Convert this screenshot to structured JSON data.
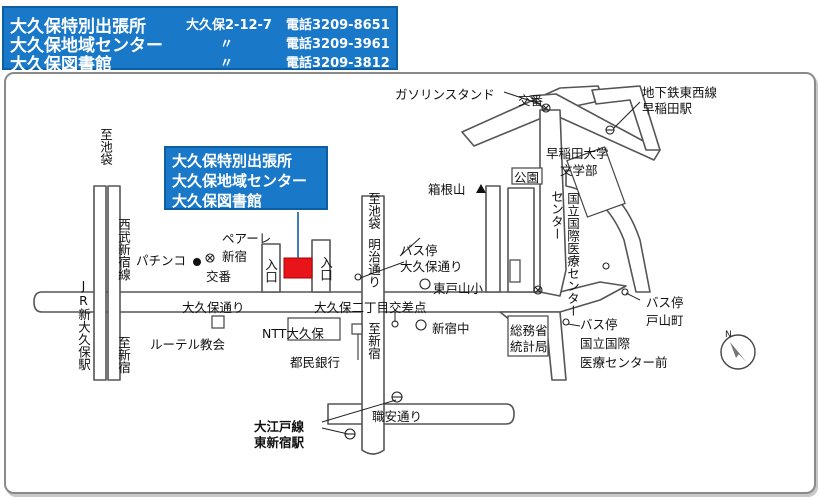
{
  "header": {
    "rows": [
      {
        "name": "大久保特別出張所",
        "address": "大久保2-12-7",
        "tel": "電話3209-8651"
      },
      {
        "name": "大久保地域センター",
        "address": "〃",
        "tel": "電話3209-3961"
      },
      {
        "name": "大久保図書館",
        "address": "〃",
        "tel": "電話3209-3812"
      }
    ]
  },
  "callout": {
    "lines": [
      "大久保特別出張所",
      "大久保地域センター",
      "大久保図書館"
    ]
  },
  "labels": {
    "gas_station": "ガソリンスタンド",
    "koban_top": "交番",
    "subway_tozai": "地下鉄東西線",
    "waseda_st": "早稲田駅",
    "waseda_univ_1": "早稲田大学",
    "waseda_univ_2": "文学部",
    "hakoneyama": "箱根山",
    "park": "公園",
    "center_vertical": "国立国際医療センター",
    "to_ikebukuro_left": "至池袋",
    "seibu_shinjuku_line": "西武新宿線",
    "jr_shin_okubo_st": "JR新大久保駅",
    "to_shinjuku_left": "至新宿",
    "pachinko": "パチンコ",
    "koban_left": "交番",
    "pearle_1": "ペアーレ",
    "pearle_2": "新宿",
    "entrance_1": "入口",
    "entrance_2": "入口",
    "to_ikebukuro_mid": "至池袋",
    "meiji_dori": "明治通り",
    "bus_stop_okubo_1": "バス停",
    "bus_stop_okubo_2": "大久保通り",
    "higashi_toyama_school": "東戸山小",
    "okubo_dori": "大久保通り",
    "okubo_2chome_xing": "大久保二丁目交差点",
    "bus_stop_toyama_1": "バス停",
    "bus_stop_toyama_2": "戸山町",
    "rutel_church": "ルーテル教会",
    "ntt_okubo": "NTT大久保",
    "shinjuku_junior_high": "新宿中",
    "statistics_bureau_1": "総務省",
    "statistics_bureau_2": "統計局",
    "bus_stop_center_1": "バス停",
    "bus_stop_center_2": "国立国際",
    "bus_stop_center_3": "医療センター前",
    "tomin_bank": "都民銀行",
    "to_shinjuku_mid": "至新宿",
    "shokuan_dori": "職安通り",
    "oedo_line_1": "大江戸線",
    "oedo_line_2": "東新宿駅",
    "compass_n": "N"
  },
  "colors": {
    "header_bg": "#1a78c8",
    "target_building": "#e8141a",
    "road_stroke": "#555555"
  }
}
